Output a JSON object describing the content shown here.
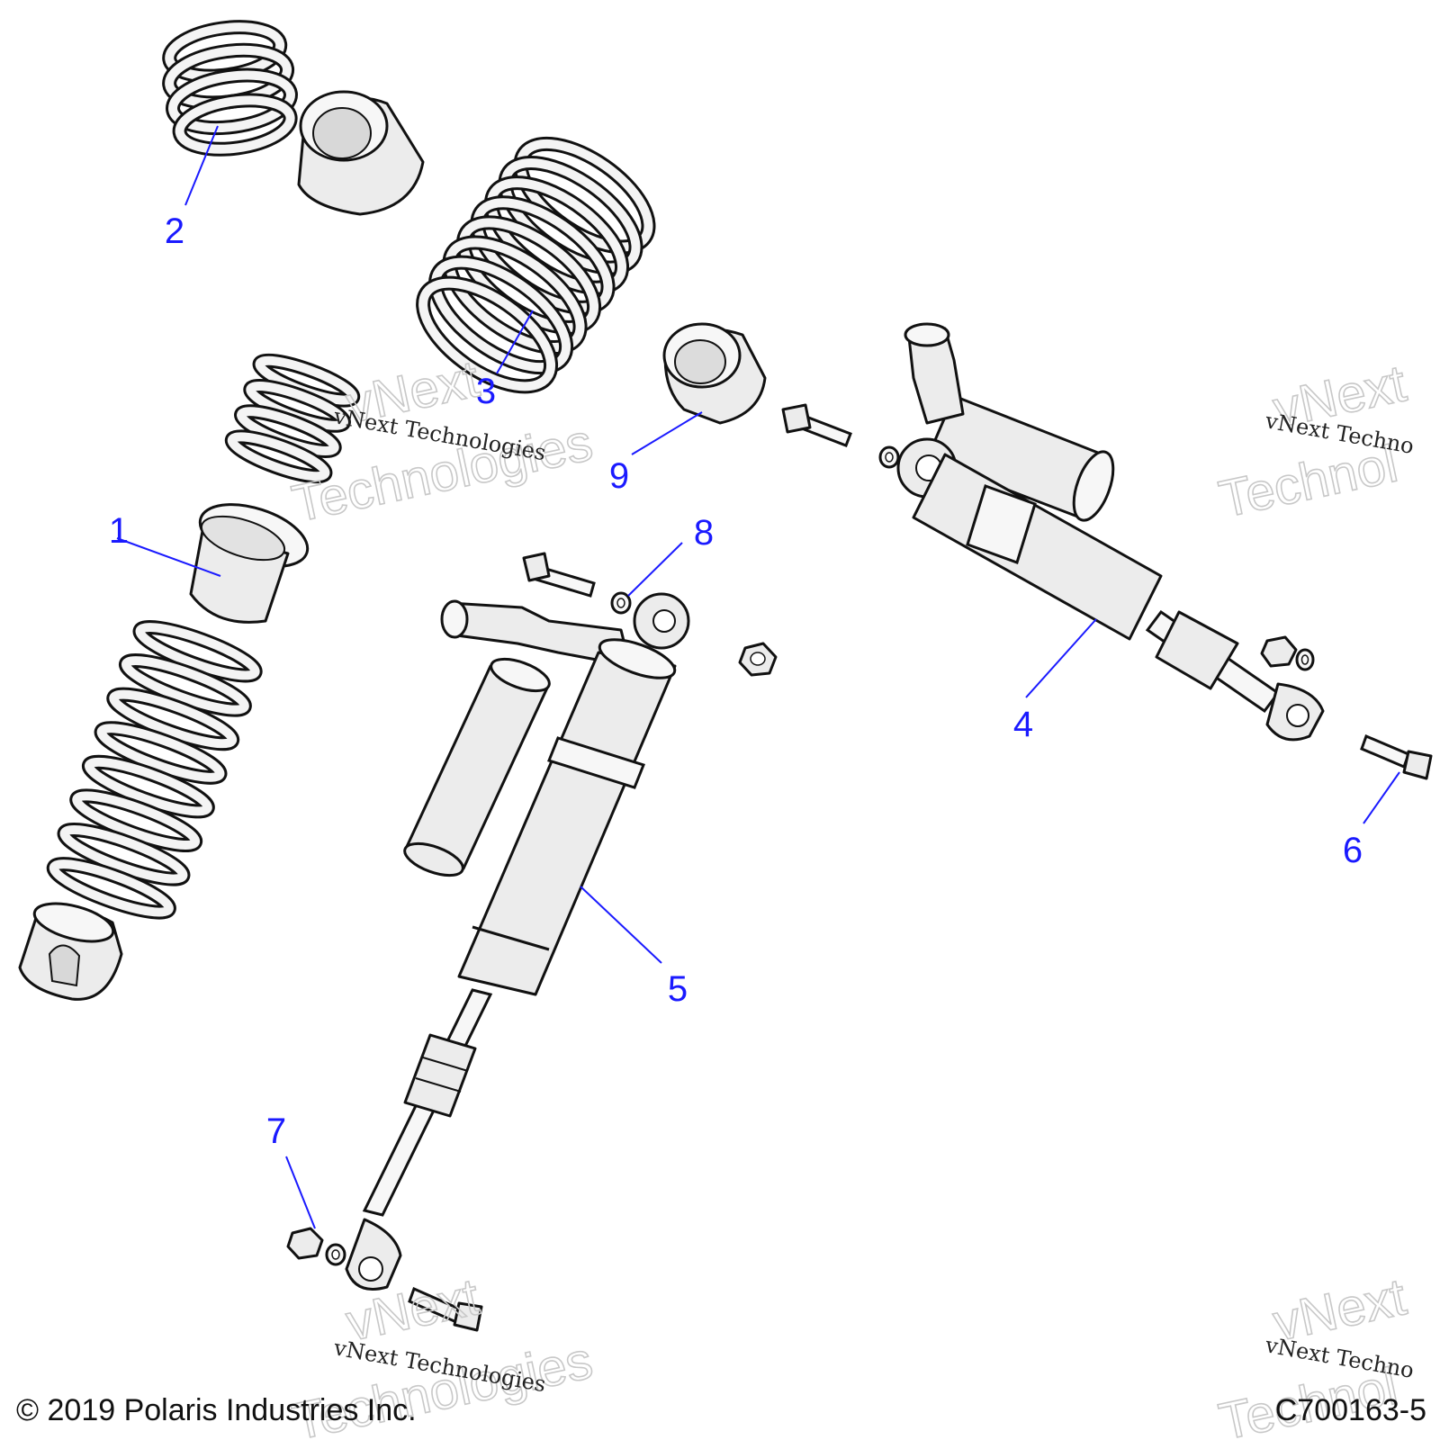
{
  "diagram": {
    "callouts": [
      "1",
      "2",
      "3",
      "4",
      "5",
      "6",
      "7",
      "8",
      "9"
    ],
    "watermark_line": "vNext Technologies",
    "watermark_big_word1": "vNext",
    "watermark_big_word2": "Technologies",
    "watermark_right_line": "vNext Techno",
    "watermark_right_word1": "vNext",
    "watermark_right_word2": "Technol",
    "copyright": "© 2019 Polaris Industries Inc.",
    "drawing_number": "C700163-5"
  }
}
